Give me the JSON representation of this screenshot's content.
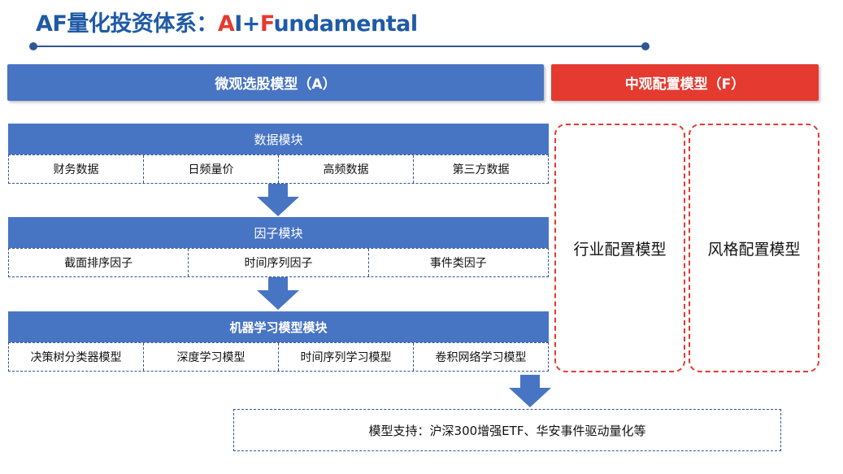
{
  "title": {
    "prefix": "AF量化投资体系：",
    "a": "A",
    "i_plus": "I+",
    "f": "F",
    "rest": "undamental"
  },
  "micro": {
    "header": "微观选股模型（A）",
    "data_module": {
      "label": "数据模块",
      "items": [
        "财务数据",
        "日频量价",
        "高频数据",
        "第三方数据"
      ]
    },
    "factor_module": {
      "label": "因子模块",
      "items": [
        "截面排序因子",
        "时间序列因子",
        "事件类因子"
      ]
    },
    "ml_module": {
      "label": "机器学习模型模块",
      "items": [
        "决策树分类器模型",
        "深度学习模型",
        "时间序列学习模型",
        "卷积网络学习模型"
      ]
    }
  },
  "meso": {
    "header": "中观配置模型（F）",
    "boxes": [
      "行业配置模型",
      "风格配置模型"
    ]
  },
  "support": {
    "text": "模型支持：沪深300增强ETF、华安事件驱动量化等"
  },
  "colors": {
    "blue": "#4874c4",
    "dark_blue": "#2f5597",
    "red": "#e53a2f"
  }
}
